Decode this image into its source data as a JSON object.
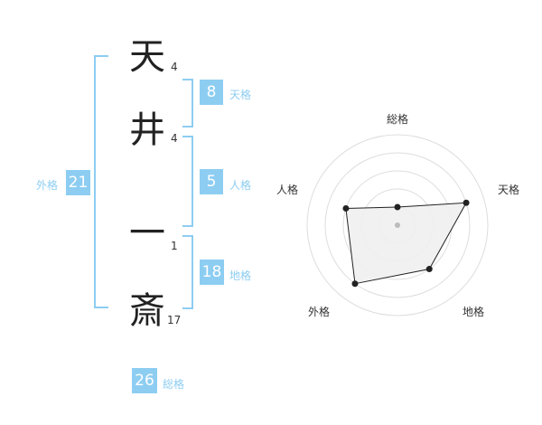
{
  "characters": [
    {
      "char": "天",
      "strokes": "4"
    },
    {
      "char": "井",
      "strokes": "4"
    },
    {
      "char": "一",
      "strokes": "1"
    },
    {
      "char": "斎",
      "strokes": "17"
    }
  ],
  "scores": {
    "tenkaku": {
      "value": "8",
      "label": "天格"
    },
    "jinkaku": {
      "value": "5",
      "label": "人格"
    },
    "chikaku": {
      "value": "18",
      "label": "地格"
    },
    "gaikaku": {
      "value": "21",
      "label": "外格"
    },
    "soukaku": {
      "value": "26",
      "label": "総格"
    }
  },
  "colors": {
    "accent": "#8dcdf2",
    "text": "#222222"
  },
  "radar": {
    "axes": [
      "総格",
      "天格",
      "地格",
      "外格",
      "人格"
    ],
    "levels": [
      0.2,
      0.8,
      0.6,
      0.8,
      0.6
    ]
  }
}
